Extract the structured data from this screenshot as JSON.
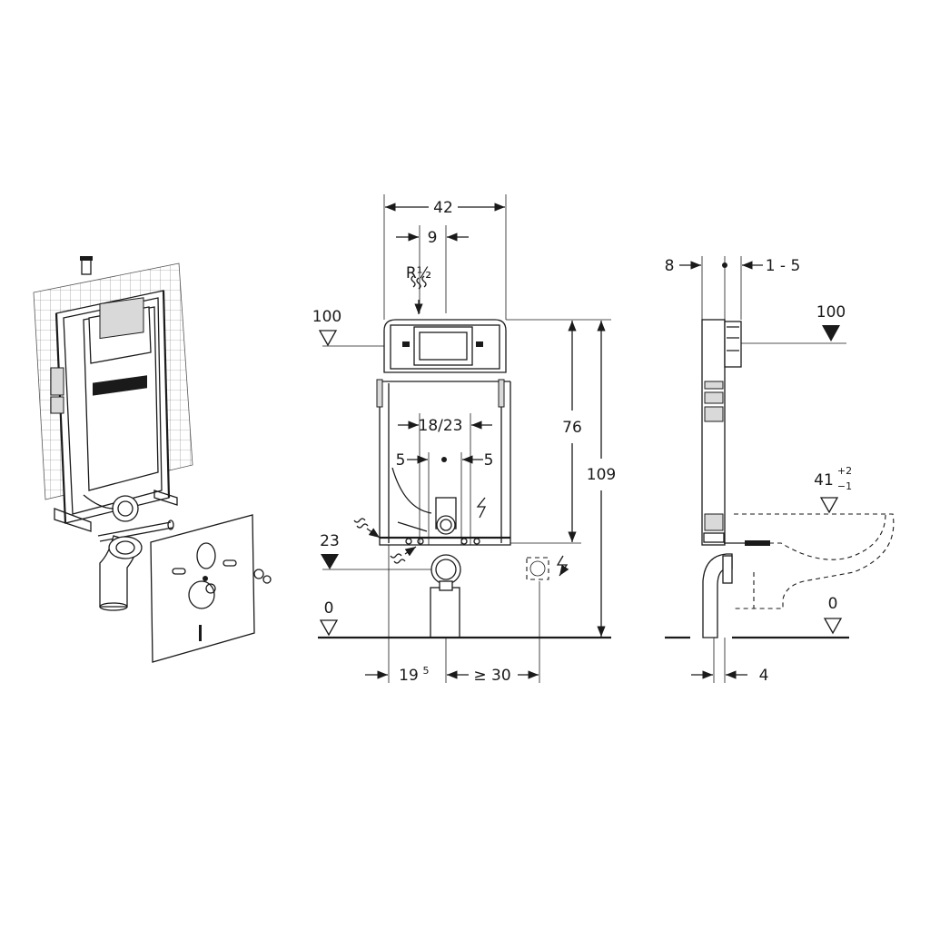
{
  "front_view": {
    "width": "42",
    "offset_top": "9",
    "water_connection": "R½",
    "level_top": "100",
    "flush_pipe_spacing": "18/23",
    "fixing_left": "5",
    "fixing_right": "5",
    "frame_height": "76",
    "overall_height": "109",
    "level_mid": "23",
    "level_floor": "0",
    "offset_bottom": "19",
    "offset_bottom_sup": "5",
    "socket_distance": "≥ 30"
  },
  "side_view": {
    "depth_left": "8",
    "depth_range": "1 - 5",
    "level_top": "100",
    "seat_height": "41",
    "seat_tol_plus": "+2",
    "seat_tol_minus": "−1",
    "level_floor": "0",
    "offset_bottom": "4"
  },
  "icons": [
    "water-supply-icon",
    "electrical-icon",
    "level-marker-icon",
    "dimension-arrow-icon"
  ]
}
